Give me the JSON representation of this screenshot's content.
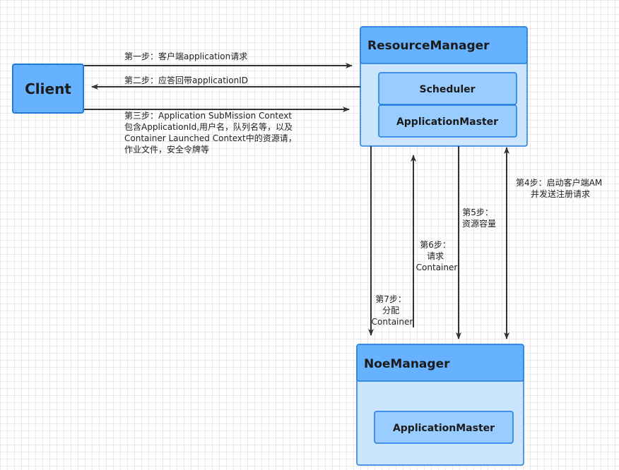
{
  "nodes": {
    "client": "Client",
    "resource_manager": "ResourceManager",
    "scheduler": "Scheduler",
    "rm_application_master": "ApplicationMaster",
    "node_manager": "NoeManager",
    "nm_application_master": "ApplicationMaster"
  },
  "edges": {
    "step1": "第一步：客户端application请求",
    "step2": "第二步：应答回带applicationID",
    "step3": [
      "第三步：Application SubMission Context",
      "包含ApplicationId,用户名，队列名等，以及",
      "Container Launched Context中的资源请，",
      "作业文件，安全令牌等"
    ],
    "step4": [
      "第4步：启动客户端AM",
      "并发送注册请求"
    ],
    "step5": [
      "第5步：",
      "资源容量"
    ],
    "step6": [
      "第6步：",
      "请求",
      "Container"
    ],
    "step7": [
      "第7步：",
      "分配",
      "Container"
    ]
  },
  "colors": {
    "primary_fill": "#66b2ff",
    "primary_border": "#1f7ae0",
    "container_fill": "#cce5ff",
    "inner_fill": "#99ccff",
    "edge": "#333333"
  }
}
